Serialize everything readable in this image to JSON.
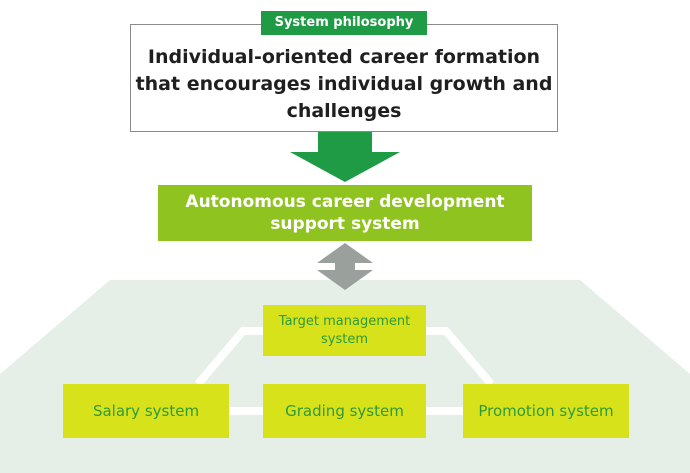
{
  "philosophy": {
    "badge": "System philosophy",
    "text": "Individual-oriented career formation that encourages individual growth and challenges"
  },
  "career_support": {
    "text": "Autonomous career development support system"
  },
  "systems": {
    "target": "Target management system",
    "salary": "Salary system",
    "grading": "Grading system",
    "promotion": "Promotion system"
  },
  "colors": {
    "badge_green": "#1f9a45",
    "arrow_green": "#1f9a45",
    "career_green": "#8fc31f",
    "system_yellow": "#d8e21a",
    "system_text": "#2e9a3a",
    "platform": "#e5eee7",
    "double_arrow": "#9aa09c"
  }
}
